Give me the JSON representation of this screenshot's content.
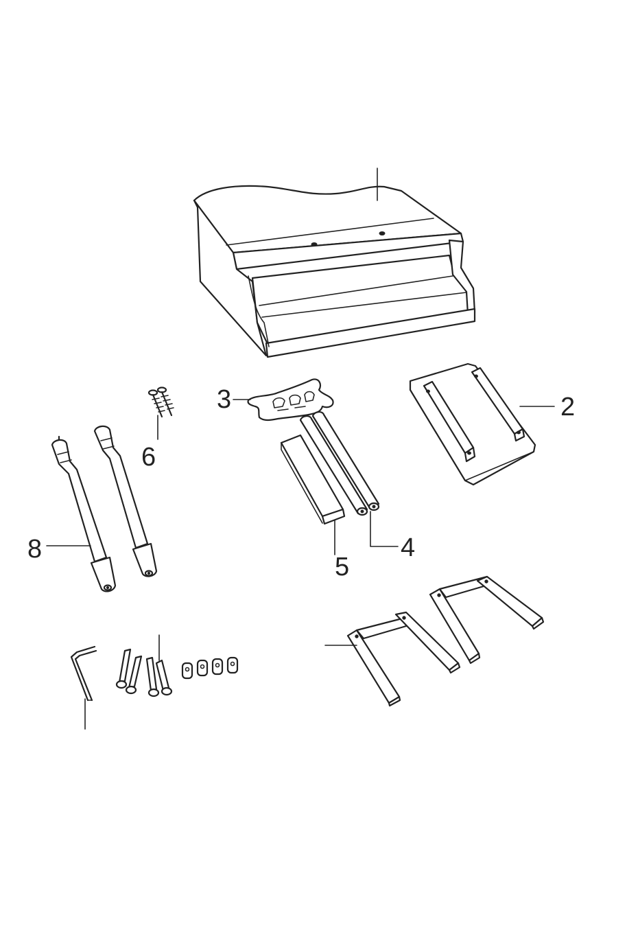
{
  "labels": {
    "part_2": "2",
    "part_3": "3",
    "part_4": "4",
    "part_5": "5",
    "part_6": "6",
    "part_8": "8"
  },
  "colors": {
    "line": "#222222",
    "background": "#ffffff"
  }
}
